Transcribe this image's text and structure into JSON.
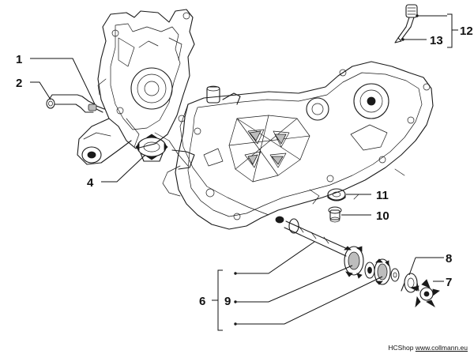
{
  "callouts": {
    "p1": "1",
    "p2": "2",
    "p4": "4",
    "p6": "6",
    "p7": "7",
    "p8": "8",
    "p9": "9",
    "p10": "10",
    "p11": "11",
    "p12": "12",
    "p13": "13"
  },
  "footer": {
    "shop": "HCShop",
    "site": "www.collmann.eu"
  }
}
